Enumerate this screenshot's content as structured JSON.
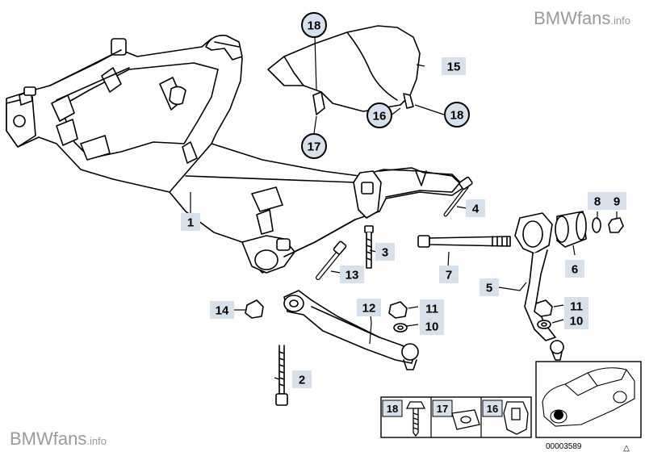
{
  "watermark": {
    "brand": "BMWfans",
    "suffix": ".info"
  },
  "callouts": [
    {
      "key": "c1",
      "label": "1"
    },
    {
      "key": "c2",
      "label": "2"
    },
    {
      "key": "c3",
      "label": "3"
    },
    {
      "key": "c4",
      "label": "4"
    },
    {
      "key": "c5",
      "label": "5"
    },
    {
      "key": "c6",
      "label": "6"
    },
    {
      "key": "c7",
      "label": "7"
    },
    {
      "key": "c8",
      "label": "8"
    },
    {
      "key": "c9",
      "label": "9"
    },
    {
      "key": "c10a",
      "label": "10"
    },
    {
      "key": "c10b",
      "label": "10"
    },
    {
      "key": "c11a",
      "label": "11"
    },
    {
      "key": "c11b",
      "label": "11"
    },
    {
      "key": "c12",
      "label": "12"
    },
    {
      "key": "c13",
      "label": "13"
    },
    {
      "key": "c14",
      "label": "14"
    },
    {
      "key": "c15",
      "label": "15"
    },
    {
      "key": "c16",
      "label": "16"
    },
    {
      "key": "c17",
      "label": "17"
    },
    {
      "key": "c18a",
      "label": "18"
    },
    {
      "key": "c18b",
      "label": "18"
    }
  ],
  "inset_labels": [
    "18",
    "17",
    "16"
  ],
  "diagram_code": "00003589",
  "corner_mark": "△",
  "colors": {
    "label_box": "#d7e1ec",
    "line": "#000000",
    "fill": "#ffffff"
  }
}
